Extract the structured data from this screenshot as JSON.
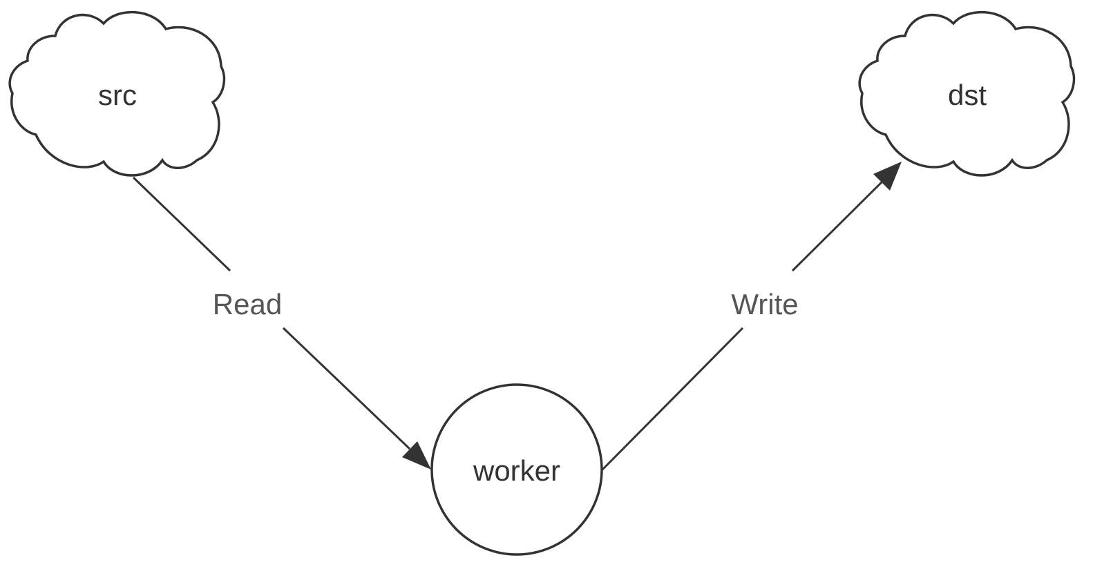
{
  "nodes": {
    "src": {
      "label": "src",
      "shape": "cloud"
    },
    "dst": {
      "label": "dst",
      "shape": "cloud"
    },
    "worker": {
      "label": "worker",
      "shape": "circle"
    }
  },
  "edges": {
    "read": {
      "label": "Read",
      "from": "src",
      "to": "worker"
    },
    "write": {
      "label": "Write",
      "from": "worker",
      "to": "dst"
    }
  },
  "colors": {
    "stroke": "#333333",
    "node_text": "#333333",
    "edge_text": "#555555",
    "background": "#ffffff"
  }
}
